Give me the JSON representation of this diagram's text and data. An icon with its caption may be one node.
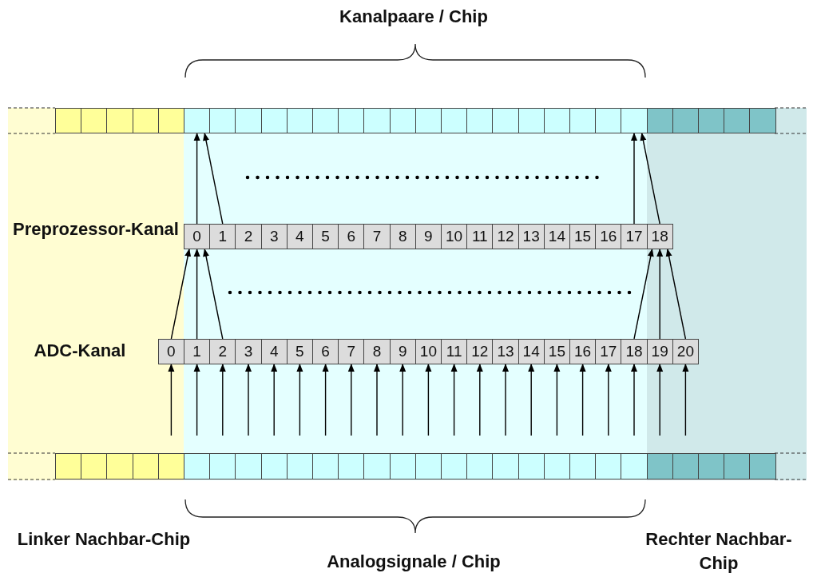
{
  "diagram": {
    "nodes": [
      {
        "text": [],
        "shape": "box"
      },
      {
        "text": [],
        "shape": "box"
      },
      {
        "text": [],
        "shape": "box"
      },
      {
        "text": [],
        "shape": "box"
      },
      {
        "text": [],
        "shape": "box"
      },
      {
        "text": [],
        "shape": "box"
      },
      {
        "text": [],
        "shape": "box"
      },
      {
        "text": [],
        "shape": "box"
      },
      {
        "text": [],
        "shape": "box"
      },
      {
        "text": [],
        "shape": "box"
      },
      {
        "text": [],
        "shape": "box"
      },
      {
        "text": [],
        "shape": "box"
      },
      {
        "text": [],
        "shape": "box"
      },
      {
        "text": [],
        "shape": "box"
      },
      {
        "text": [],
        "shape": "box"
      },
      {
        "text": [],
        "shape": "box"
      },
      {
        "text": [],
        "shape": "box"
      },
      {
        "text": [],
        "shape": "box"
      },
      {
        "text": [],
        "shape": "box"
      },
      {
        "text": [],
        "shape": "box"
      },
      {
        "text": [],
        "shape": "box"
      },
      {
        "text": [],
        "shape": "box"
      },
      {
        "text": [],
        "shape": "box"
      },
      {
        "text": [],
        "shape": "box"
      },
      {
        "text": [],
        "shape": "box"
      },
      {
        "text": [],
        "shape": "box"
      },
      {
        "text": [],
        "shape": "box"
      },
      {
        "text": [],
        "shape": "box"
      },
      {
        "text": [
          "0"
        ]
      },
      {
        "text": [
          "1"
        ]
      },
      {
        "text": [
          "2"
        ]
      },
      {
        "text": [
          "3"
        ]
      },
      {
        "text": [
          "4"
        ]
      },
      {
        "text": [
          "5"
        ]
      },
      {
        "text": [
          "6"
        ]
      },
      {
        "text": [
          "7"
        ]
      },
      {
        "text": [
          "8"
        ]
      },
      {
        "text": [
          "9"
        ]
      },
      {
        "text": [
          "10"
        ]
      },
      {
        "text": [
          "11"
        ]
      },
      {
        "text": [
          "12"
        ]
      },
      {
        "text": [
          "13"
        ]
      },
      {
        "text": [
          "14"
        ]
      },
      {
        "text": [
          "15"
        ]
      },
      {
        "text": [
          "16"
        ]
      },
      {
        "text": [
          "17"
        ]
      },
      {
        "text": [
          "18"
        ]
      },
      {
        "text": [
          "0"
        ]
      },
      {
        "text": [
          "1"
        ]
      },
      {
        "text": [
          "2"
        ]
      },
      {
        "text": [
          "3"
        ]
      },
      {
        "text": [
          "4"
        ]
      },
      {
        "text": [
          "5"
        ]
      },
      {
        "text": [
          "6"
        ]
      },
      {
        "text": [
          "7"
        ]
      },
      {
        "text": [
          "8"
        ]
      },
      {
        "text": [
          "9"
        ]
      },
      {
        "text": [
          "10"
        ]
      },
      {
        "text": [
          "11"
        ]
      },
      {
        "text": [
          "12"
        ]
      },
      {
        "text": [
          "13"
        ]
      },
      {
        "text": [
          "14"
        ]
      },
      {
        "text": [
          "15"
        ]
      },
      {
        "text": [
          "16"
        ]
      },
      {
        "text": [
          "17"
        ]
      },
      {
        "text": [
          "18"
        ]
      },
      {
        "text": [
          "19"
        ]
      },
      {
        "text": [
          "20"
        ]
      },
      {
        "text": [],
        "shape": "box"
      },
      {
        "text": [],
        "shape": "box"
      },
      {
        "text": [],
        "shape": "box"
      },
      {
        "text": [],
        "shape": "box"
      },
      {
        "text": [],
        "shape": "box"
      },
      {
        "text": [],
        "shape": "box"
      },
      {
        "text": [],
        "shape": "box"
      },
      {
        "text": [],
        "shape": "box"
      },
      {
        "text": [],
        "shape": "box"
      },
      {
        "text": [],
        "shape": "box"
      },
      {
        "text": [],
        "shape": "box"
      },
      {
        "text": [],
        "shape": "box"
      },
      {
        "text": [],
        "shape": "box"
      },
      {
        "text": [],
        "shape": "box"
      },
      {
        "text": [],
        "shape": "box"
      },
      {
        "text": [],
        "shape": "box"
      },
      {
        "text": [],
        "shape": "box"
      },
      {
        "text": [],
        "shape": "box"
      },
      {
        "text": [],
        "shape": "box"
      },
      {
        "text": [],
        "shape": "box"
      },
      {
        "text": [],
        "shape": "box"
      },
      {
        "text": [],
        "shape": "box"
      },
      {
        "text": [],
        "shape": "box"
      },
      {
        "text": [],
        "shape": "box"
      },
      {
        "text": [],
        "shape": "box"
      },
      {
        "text": [],
        "shape": "box"
      },
      {
        "text": [],
        "shape": "box"
      },
      {
        "text": [],
        "shape": "box"
      }
    ],
    "edges": [
      {
        "from": 28,
        "to": 5,
        "arrow": "to"
      },
      {
        "from": 29,
        "to": 5,
        "arrow": "to"
      },
      {
        "from": 45,
        "to": 22,
        "arrow": "to"
      },
      {
        "from": 46,
        "to": 22,
        "arrow": "to"
      },
      {
        "from": 47,
        "to": 28,
        "arrow": "to"
      },
      {
        "from": 48,
        "to": 28,
        "arrow": "to"
      },
      {
        "from": 49,
        "to": 28,
        "arrow": "to"
      },
      {
        "from": 65,
        "to": 46,
        "arrow": "to"
      },
      {
        "from": 66,
        "to": 46,
        "arrow": "to"
      },
      {
        "from": 67,
        "to": 46,
        "arrow": "to"
      },
      {
        "from": null,
        "to": 47,
        "arrow": "to"
      },
      {
        "from": null,
        "to": 48,
        "arrow": "to"
      },
      {
        "from": null,
        "to": 49,
        "arrow": "to"
      },
      {
        "from": null,
        "to": 50,
        "arrow": "to"
      },
      {
        "from": null,
        "to": 51,
        "arrow": "to"
      },
      {
        "from": null,
        "to": 52,
        "arrow": "to"
      },
      {
        "from": null,
        "to": 53,
        "arrow": "to"
      },
      {
        "from": null,
        "to": 54,
        "arrow": "to"
      },
      {
        "from": null,
        "to": 55,
        "arrow": "to"
      },
      {
        "from": null,
        "to": 56,
        "arrow": "to"
      },
      {
        "from": null,
        "to": 57,
        "arrow": "to"
      },
      {
        "from": null,
        "to": 58,
        "arrow": "to"
      },
      {
        "from": null,
        "to": 59,
        "arrow": "to"
      },
      {
        "from": null,
        "to": 60,
        "arrow": "to"
      },
      {
        "from": null,
        "to": 61,
        "arrow": "to"
      },
      {
        "from": null,
        "to": 62,
        "arrow": "to"
      },
      {
        "from": null,
        "to": 63,
        "arrow": "to"
      },
      {
        "from": null,
        "to": 64,
        "arrow": "to"
      },
      {
        "from": null,
        "to": 65,
        "arrow": "to"
      },
      {
        "from": null,
        "to": 66,
        "arrow": "to"
      },
      {
        "from": null,
        "to": 67,
        "arrow": "to"
      }
    ],
    "labels": [
      "Kanalpaare / Chip",
      "Preprozessor-Kanal",
      "ADC-Kanal",
      "Linker Nachbar-Chip",
      "Analogsignale / Chip",
      "Rechter Nachbar-Chip"
    ]
  }
}
